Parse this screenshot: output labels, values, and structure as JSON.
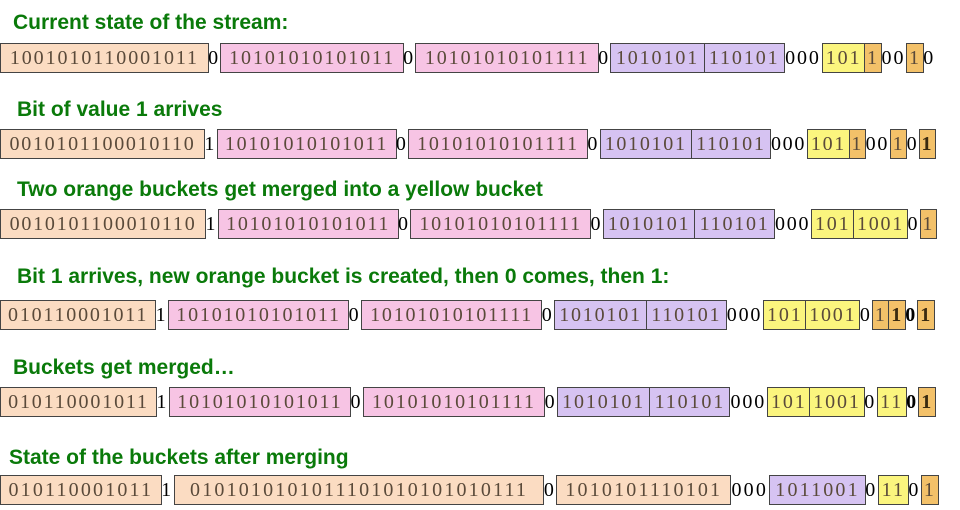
{
  "colors": {
    "peach": "#fbdcc2",
    "pink": "#f7c4e4",
    "purple": "#d6c3f2",
    "yellow": "#fbf57e",
    "orange": "#f3c169",
    "title_green": "#0a7a0a",
    "bucket_text": "#5a4a3a"
  },
  "steps": [
    {
      "title": "Current state of the stream:",
      "segments": [
        {
          "text": "1001010110001011",
          "kind": "bucket",
          "color": "peach"
        },
        {
          "text": "0",
          "kind": "gap"
        },
        {
          "text": "10101010101011",
          "kind": "bucket",
          "color": "pink"
        },
        {
          "text": "0",
          "kind": "gap"
        },
        {
          "text": "10101010101111",
          "kind": "bucket",
          "color": "pink"
        },
        {
          "text": "0",
          "kind": "gap"
        },
        {
          "text": "1010101",
          "kind": "bucket",
          "color": "purple"
        },
        {
          "text": "110101",
          "kind": "bucket",
          "color": "purple"
        },
        {
          "text": "000",
          "kind": "gap"
        },
        {
          "text": "101",
          "kind": "bucket",
          "color": "yellow"
        },
        {
          "text": "1",
          "kind": "bucket",
          "color": "orange"
        },
        {
          "text": "00",
          "kind": "gap"
        },
        {
          "text": "1",
          "kind": "bucket",
          "color": "orange"
        },
        {
          "text": "0",
          "kind": "gap"
        }
      ]
    },
    {
      "title": "Bit of value 1 arrives",
      "segments": [
        {
          "text": "0010101100010110",
          "kind": "bucket",
          "color": "peach"
        },
        {
          "text": "1",
          "kind": "gap"
        },
        {
          "text": "10101010101011",
          "kind": "bucket",
          "color": "pink"
        },
        {
          "text": "0",
          "kind": "gap"
        },
        {
          "text": "10101010101111",
          "kind": "bucket",
          "color": "pink"
        },
        {
          "text": "0",
          "kind": "gap"
        },
        {
          "text": "1010101",
          "kind": "bucket",
          "color": "purple"
        },
        {
          "text": "110101",
          "kind": "bucket",
          "color": "purple"
        },
        {
          "text": "000",
          "kind": "gap"
        },
        {
          "text": "101",
          "kind": "bucket",
          "color": "yellow"
        },
        {
          "text": "1",
          "kind": "bucket",
          "color": "orange"
        },
        {
          "text": "00",
          "kind": "gap"
        },
        {
          "text": "1",
          "kind": "bucket",
          "color": "orange"
        },
        {
          "text": "0",
          "kind": "gap"
        },
        {
          "text": "1",
          "kind": "bucket",
          "color": "orange",
          "bold": true
        }
      ]
    },
    {
      "title": "Two orange buckets get merged into a yellow bucket",
      "segments": [
        {
          "text": "0010101100010110",
          "kind": "bucket",
          "color": "peach"
        },
        {
          "text": "1",
          "kind": "gap"
        },
        {
          "text": "10101010101011",
          "kind": "bucket",
          "color": "pink"
        },
        {
          "text": "0",
          "kind": "gap"
        },
        {
          "text": "10101010101111",
          "kind": "bucket",
          "color": "pink"
        },
        {
          "text": "0",
          "kind": "gap"
        },
        {
          "text": "1010101",
          "kind": "bucket",
          "color": "purple"
        },
        {
          "text": "110101",
          "kind": "bucket",
          "color": "purple"
        },
        {
          "text": "000",
          "kind": "gap"
        },
        {
          "text": "101",
          "kind": "bucket",
          "color": "yellow"
        },
        {
          "text": "1001",
          "kind": "bucket",
          "color": "yellow"
        },
        {
          "text": "0",
          "kind": "gap"
        },
        {
          "text": "1",
          "kind": "bucket",
          "color": "orange"
        }
      ]
    },
    {
      "title": "Bit 1 arrives, new orange bucket is created, then 0 comes, then 1:",
      "segments": [
        {
          "text": "010110001011",
          "kind": "bucket",
          "color": "peach"
        },
        {
          "text": "1",
          "kind": "gap"
        },
        {
          "text": "10101010101011",
          "kind": "bucket",
          "color": "pink"
        },
        {
          "text": "0",
          "kind": "gap"
        },
        {
          "text": "10101010101111",
          "kind": "bucket",
          "color": "pink"
        },
        {
          "text": "0",
          "kind": "gap"
        },
        {
          "text": "1010101",
          "kind": "bucket",
          "color": "purple"
        },
        {
          "text": "110101",
          "kind": "bucket",
          "color": "purple"
        },
        {
          "text": "000",
          "kind": "gap"
        },
        {
          "text": "101",
          "kind": "bucket",
          "color": "yellow"
        },
        {
          "text": "1001",
          "kind": "bucket",
          "color": "yellow"
        },
        {
          "text": "0",
          "kind": "gap"
        },
        {
          "text": "1",
          "kind": "bucket",
          "color": "orange"
        },
        {
          "text": "1",
          "kind": "bucket",
          "color": "orange",
          "bold": true
        },
        {
          "text": "0",
          "kind": "gap",
          "bold": true
        },
        {
          "text": "1",
          "kind": "bucket",
          "color": "orange",
          "bold": true
        }
      ]
    },
    {
      "title": "Buckets get merged…",
      "segments": [
        {
          "text": "010110001011",
          "kind": "bucket",
          "color": "peach"
        },
        {
          "text": "1",
          "kind": "gap"
        },
        {
          "text": "10101010101011",
          "kind": "bucket",
          "color": "pink"
        },
        {
          "text": "0",
          "kind": "gap"
        },
        {
          "text": "10101010101111",
          "kind": "bucket",
          "color": "pink"
        },
        {
          "text": "0",
          "kind": "gap"
        },
        {
          "text": "1010101",
          "kind": "bucket",
          "color": "purple"
        },
        {
          "text": "110101",
          "kind": "bucket",
          "color": "purple"
        },
        {
          "text": "000",
          "kind": "gap"
        },
        {
          "text": "101",
          "kind": "bucket",
          "color": "yellow"
        },
        {
          "text": "1001",
          "kind": "bucket",
          "color": "yellow"
        },
        {
          "text": "0",
          "kind": "gap"
        },
        {
          "text": "11",
          "kind": "bucket",
          "color": "yellow"
        },
        {
          "text": "0",
          "kind": "gap",
          "bold": true
        },
        {
          "text": "1",
          "kind": "bucket",
          "color": "orange",
          "bold": true
        }
      ]
    },
    {
      "title": "State of the buckets after merging",
      "segments": [
        {
          "text": "010110001011",
          "kind": "bucket",
          "color": "peach"
        },
        {
          "text": "1",
          "kind": "gap"
        },
        {
          "text": "0101010101011101010101010111",
          "kind": "bucket",
          "color": "peach"
        },
        {
          "text": "0",
          "kind": "gap"
        },
        {
          "text": "1010101110101",
          "kind": "bucket",
          "color": "peach"
        },
        {
          "text": "000",
          "kind": "gap"
        },
        {
          "text": "1011001",
          "kind": "bucket",
          "color": "purple"
        },
        {
          "text": "0",
          "kind": "gap"
        },
        {
          "text": "11",
          "kind": "bucket",
          "color": "yellow"
        },
        {
          "text": "0",
          "kind": "gap"
        },
        {
          "text": "1",
          "kind": "bucket",
          "color": "orange"
        }
      ]
    }
  ]
}
